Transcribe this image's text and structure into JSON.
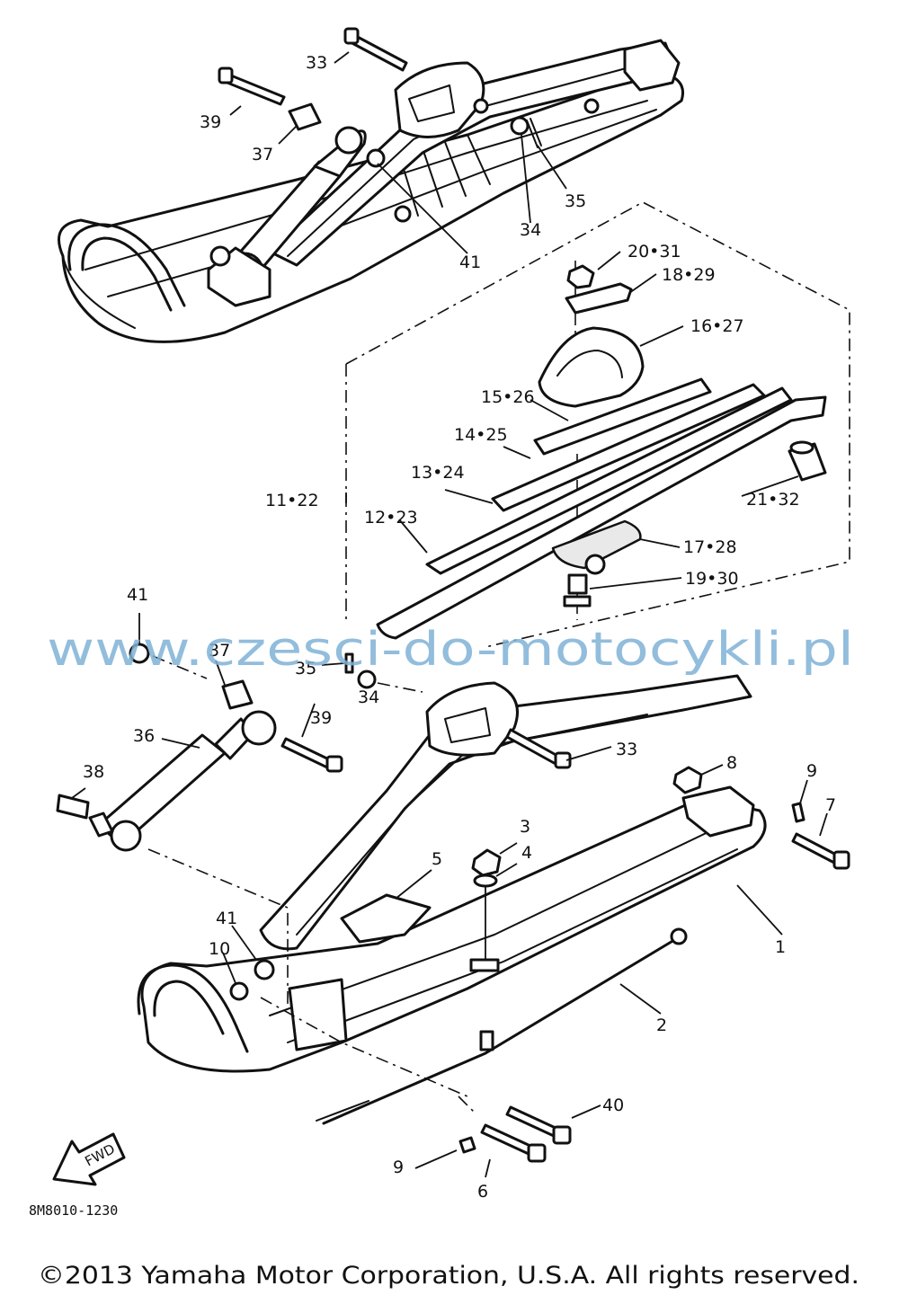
{
  "diagram": {
    "watermark": "www.czesci-do-motocykli.pl",
    "drawing_code": "8M8010-1230",
    "copyright": "©2013 Yamaha Motor Corporation, U.S.A. All rights reserved.",
    "fwd_label": "FWD",
    "callouts": {
      "c1": "1",
      "c2": "2",
      "c3": "3",
      "c4": "4",
      "c5": "5",
      "c6": "6",
      "c7": "7",
      "c8": "8",
      "c9a": "9",
      "c9b": "9",
      "c10": "10",
      "c11_22": "11•22",
      "c12_23": "12•23",
      "c13_24": "13•24",
      "c14_25": "14•25",
      "c15_26": "15•26",
      "c16_27": "16•27",
      "c17_28": "17•28",
      "c18_29": "18•29",
      "c19_30": "19•30",
      "c20_31": "20•31",
      "c21_32": "21•32",
      "c33a": "33",
      "c33b": "33",
      "c34a": "34",
      "c34b": "34",
      "c35a": "35",
      "c35b": "35",
      "c36": "36",
      "c37a": "37",
      "c37b": "37",
      "c38": "38",
      "c39a": "39",
      "c39b": "39",
      "c40": "40",
      "c41a": "41",
      "c41b": "41",
      "c41c": "41"
    }
  }
}
